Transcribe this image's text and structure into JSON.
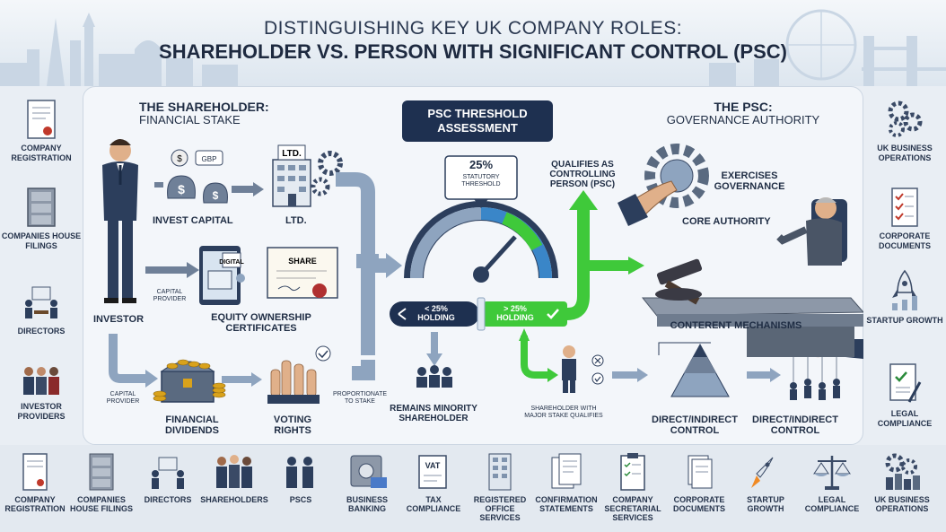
{
  "title": {
    "line1": "DISTINGUISHING KEY UK COMPANY ROLES:",
    "line2": "SHAREHOLDER VS. PERSON WITH SIGNIFICANT CONTROL (PSC)"
  },
  "left_sidebar": [
    {
      "label": "COMPANY REGISTRATION",
      "icon": "certificate-icon"
    },
    {
      "label": "COMPANIES HOUSE FILINGS",
      "icon": "filing-cabinet-icon"
    },
    {
      "label": "DIRECTORS",
      "icon": "meeting-icon"
    },
    {
      "label": "INVESTOR PROVIDERS",
      "icon": "people-group-icon"
    }
  ],
  "right_sidebar": [
    {
      "label": "UK BUSINESS OPERATIONS",
      "icon": "gears-icon"
    },
    {
      "label": "CORPORATE DOCUMENTS",
      "icon": "checklist-icon"
    },
    {
      "label": "STARTUP GROWTH",
      "icon": "rocket-icon"
    },
    {
      "label": "LEGAL COMPLIANCE",
      "icon": "legal-doc-icon"
    }
  ],
  "shareholder": {
    "heading": "THE SHAREHOLDER:",
    "subheading": "FINANCIAL STAKE",
    "invest_capital": "INVEST CAPITAL",
    "gbp": "GBP",
    "ltd_sign": "LTD.",
    "ltd_label": "LTD.",
    "capital_provider_1": "CAPITAL PROVIDER",
    "investor": "INVESTOR",
    "digital": "DIGITAL",
    "share": "SHARE",
    "equity_certificates": "EQUITY OWNERSHIP CERTIFICATES",
    "capital_provider_2": "CAPITAL PROVIDER",
    "financial_dividends": "FINANCIAL DIVIDENDS",
    "voting_rights": "VOTING RIGHTS",
    "proportionate": "PROPORTIONATE TO STAKE"
  },
  "assessment": {
    "heading": "PSC THRESHOLD ASSESSMENT",
    "threshold_value": "25%",
    "threshold_label": "STATUTORY THRESHOLD",
    "below": "< 25% HOLDING",
    "above": "> 25% HOLDING",
    "remains_minority": "REMAINS MINORITY SHAREHOLDER",
    "qualifies": "QUALIFIES AS CONTROLLING PERSON (PSC)",
    "major_stake": "SHAREHOLDER WITH MAJOR STAKE QUALIFIES"
  },
  "psc": {
    "heading": "THE PSC:",
    "subheading": "GOVERNANCE AUTHORITY",
    "exercises": "EXERCISES GOVERNANCE",
    "core_authority": "CORE AUTHORITY",
    "mechanisms": "CONTERENT MECHANISMS",
    "control_1": "DIRECT/INDIRECT CONTROL",
    "control_2": "DIRECT/INDIRECT CONTROL"
  },
  "bottom_bar": [
    {
      "label": "COMPANY REGISTRATION",
      "icon": "certificate-icon"
    },
    {
      "label": "COMPANIES HOUSE FILINGS",
      "icon": "filing-cabinet-icon"
    },
    {
      "label": "DIRECTORS",
      "icon": "meeting-icon"
    },
    {
      "label": "SHAREHOLDERS",
      "icon": "handshake-icon"
    },
    {
      "label": "PSCS",
      "icon": "people-icon"
    },
    {
      "label": "BUSINESS BANKING",
      "icon": "safe-icon"
    },
    {
      "label": "TAX COMPLIANCE",
      "icon": "vat-icon"
    },
    {
      "label": "REGISTERED OFFICE SERVICES",
      "icon": "office-building-icon"
    },
    {
      "label": "CONFIRMATION STATEMENTS",
      "icon": "documents-icon"
    },
    {
      "label": "COMPANY SECRETARIAL SERVICES",
      "icon": "clipboard-icon"
    },
    {
      "label": "CORPORATE DOCUMENTS",
      "icon": "folder-docs-icon"
    },
    {
      "label": "STARTUP GROWTH",
      "icon": "rocket-icon"
    },
    {
      "label": "LEGAL COMPLIANCE",
      "icon": "scales-icon"
    },
    {
      "label": "UK BUSINESS OPERATIONS",
      "icon": "gears-city-icon"
    }
  ],
  "colors": {
    "navy": "#1e3050",
    "green": "#3fc93a",
    "steel": "#8ea4bf",
    "gold": "#d9a21b"
  }
}
